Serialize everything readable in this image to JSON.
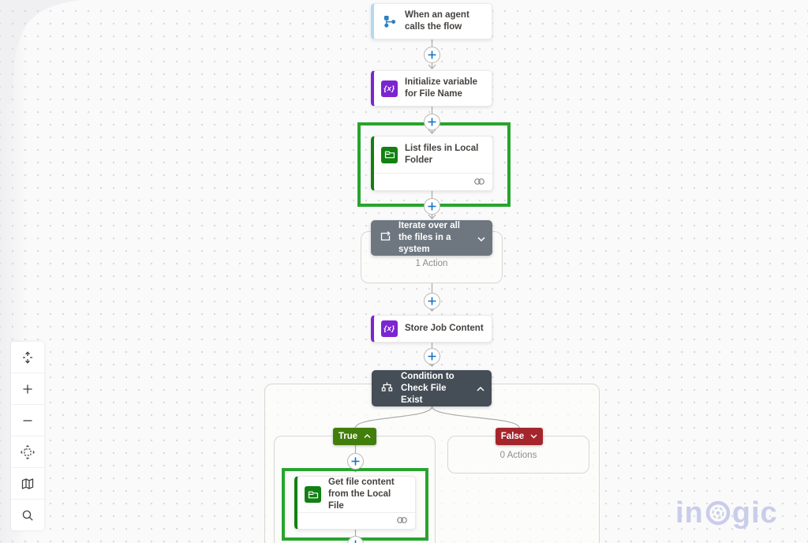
{
  "flow": {
    "trigger": {
      "title": "When an agent calls the flow"
    },
    "actions": {
      "initialize_variable": {
        "title": "Initialize variable for File Name"
      },
      "list_files": {
        "title": "List files in Local Folder"
      },
      "foreach": {
        "title": "Iterate over all the files in a system",
        "summary": "1 Action"
      },
      "store_job_content": {
        "title": "Store Job Content"
      },
      "condition": {
        "title": "Condition to Check File Exist"
      },
      "get_file_content": {
        "title": "Get file content from the Local File"
      }
    },
    "branches": {
      "true": {
        "label": "True"
      },
      "false": {
        "label": "False",
        "summary": "0 Actions"
      }
    }
  },
  "icons": {
    "variable_glyph": "{x}"
  },
  "toolbar": {
    "items": [
      {
        "name": "fit-view"
      },
      {
        "name": "zoom-in"
      },
      {
        "name": "zoom-out"
      },
      {
        "name": "pan-canvas"
      },
      {
        "name": "minimap"
      },
      {
        "name": "search"
      }
    ]
  },
  "watermark": {
    "text": "inogic",
    "left": "in",
    "right": "gic"
  },
  "colors": {
    "accent_purple": "#7c24d2",
    "accent_green": "#128012",
    "accent_trigger_blue": "#b5d7f0",
    "highlight_green": "#28a42e",
    "true_green": "#417e0b",
    "false_red": "#a4262c",
    "scope_header_slate": "#6e7780",
    "condition_header_dark": "#454d56",
    "plus_blue": "#1170c8",
    "connector_gray": "#adaba9",
    "watermark_blue": "#c9cdea"
  }
}
